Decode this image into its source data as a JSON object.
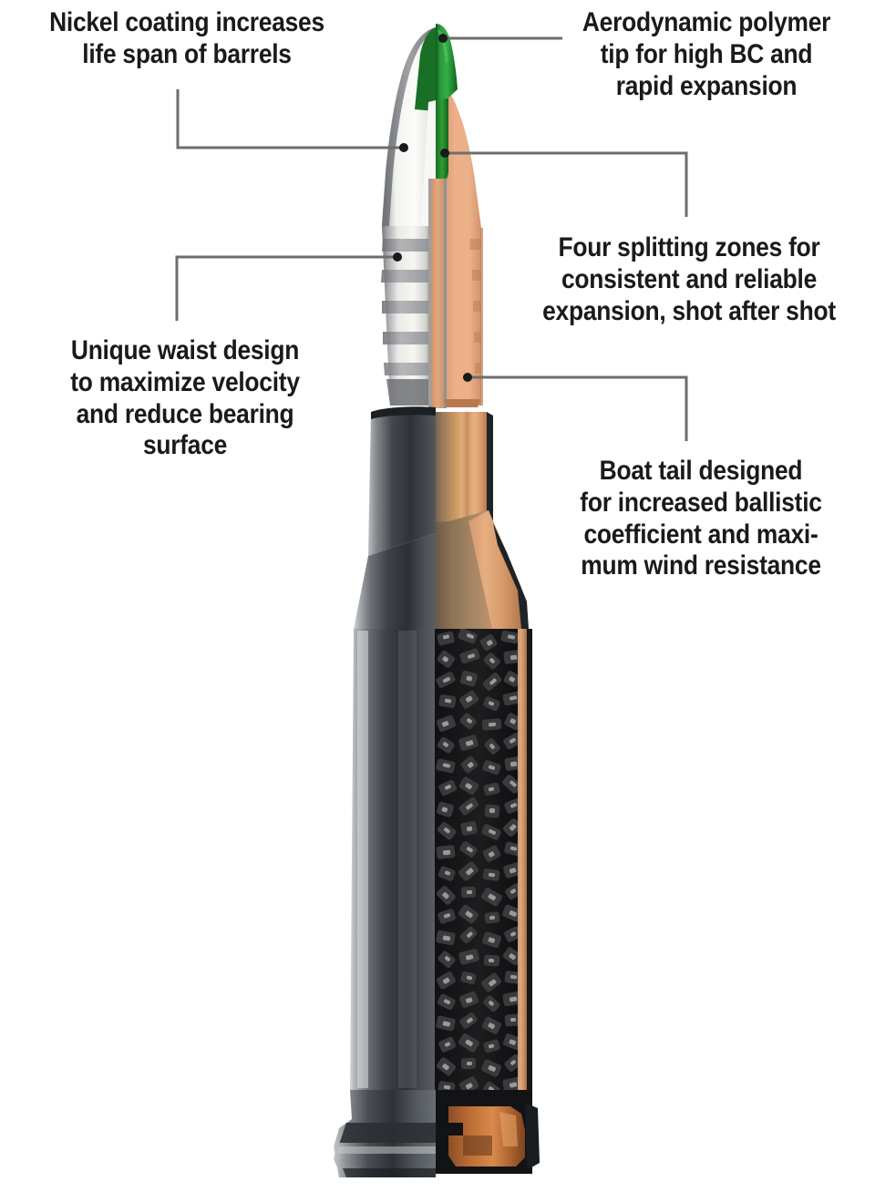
{
  "diagram": {
    "subject": "rifle-cartridge-cutaway",
    "background_color": "#ffffff",
    "text_color": "#1a1a1a",
    "leader_line_color": "#6e6e6e"
  },
  "callouts": [
    {
      "id": "nickel-coating",
      "text": "Nickel coating increases\nlife span of barrels",
      "position": "top-left",
      "target": "bullet-jacket-nickel-surface"
    },
    {
      "id": "polymer-tip",
      "text": "Aerodynamic polymer\ntip for high BC and\nrapid expansion",
      "position": "top-right",
      "target": "green-polymer-tip"
    },
    {
      "id": "splitting-zones",
      "text": "Four splitting zones for\nconsistent and reliable\nexpansion, shot after shot",
      "position": "middle-right",
      "target": "bullet-ogive-copper-core"
    },
    {
      "id": "waist-design",
      "text": "Unique waist design\nto maximize velocity\nand reduce bearing\nsurface",
      "position": "middle-left",
      "target": "grooved-waist-section"
    },
    {
      "id": "boat-tail",
      "text": "Boat tail designed\nfor increased ballistic\ncoefficient and maxi-\nmum wind resistance",
      "position": "lower-right",
      "target": "bullet-boat-tail-base"
    }
  ],
  "components": {
    "polymer_tip": {
      "label": "Green polymer ballistic tip",
      "color": "#1f8a32"
    },
    "jacket_nickel": {
      "label": "Nickel-plated copper jacket",
      "color": "#e9e9e7"
    },
    "copper_core": {
      "label": "Copper bullet body cutaway",
      "color": "#e8a87c"
    },
    "case_nickel": {
      "label": "Nickel-plated cartridge case",
      "color": "#4a4e52"
    },
    "case_brass_interior": {
      "label": "Brass case interior wall",
      "color": "#c98b5e"
    },
    "powder": {
      "label": "Smokeless powder granules",
      "color": "#2b2b2b"
    },
    "primer": {
      "label": "Primer and flash hole",
      "color": "#b5703c"
    },
    "rim": {
      "label": "Extractor groove and rim",
      "color": "#5a5e62"
    }
  }
}
